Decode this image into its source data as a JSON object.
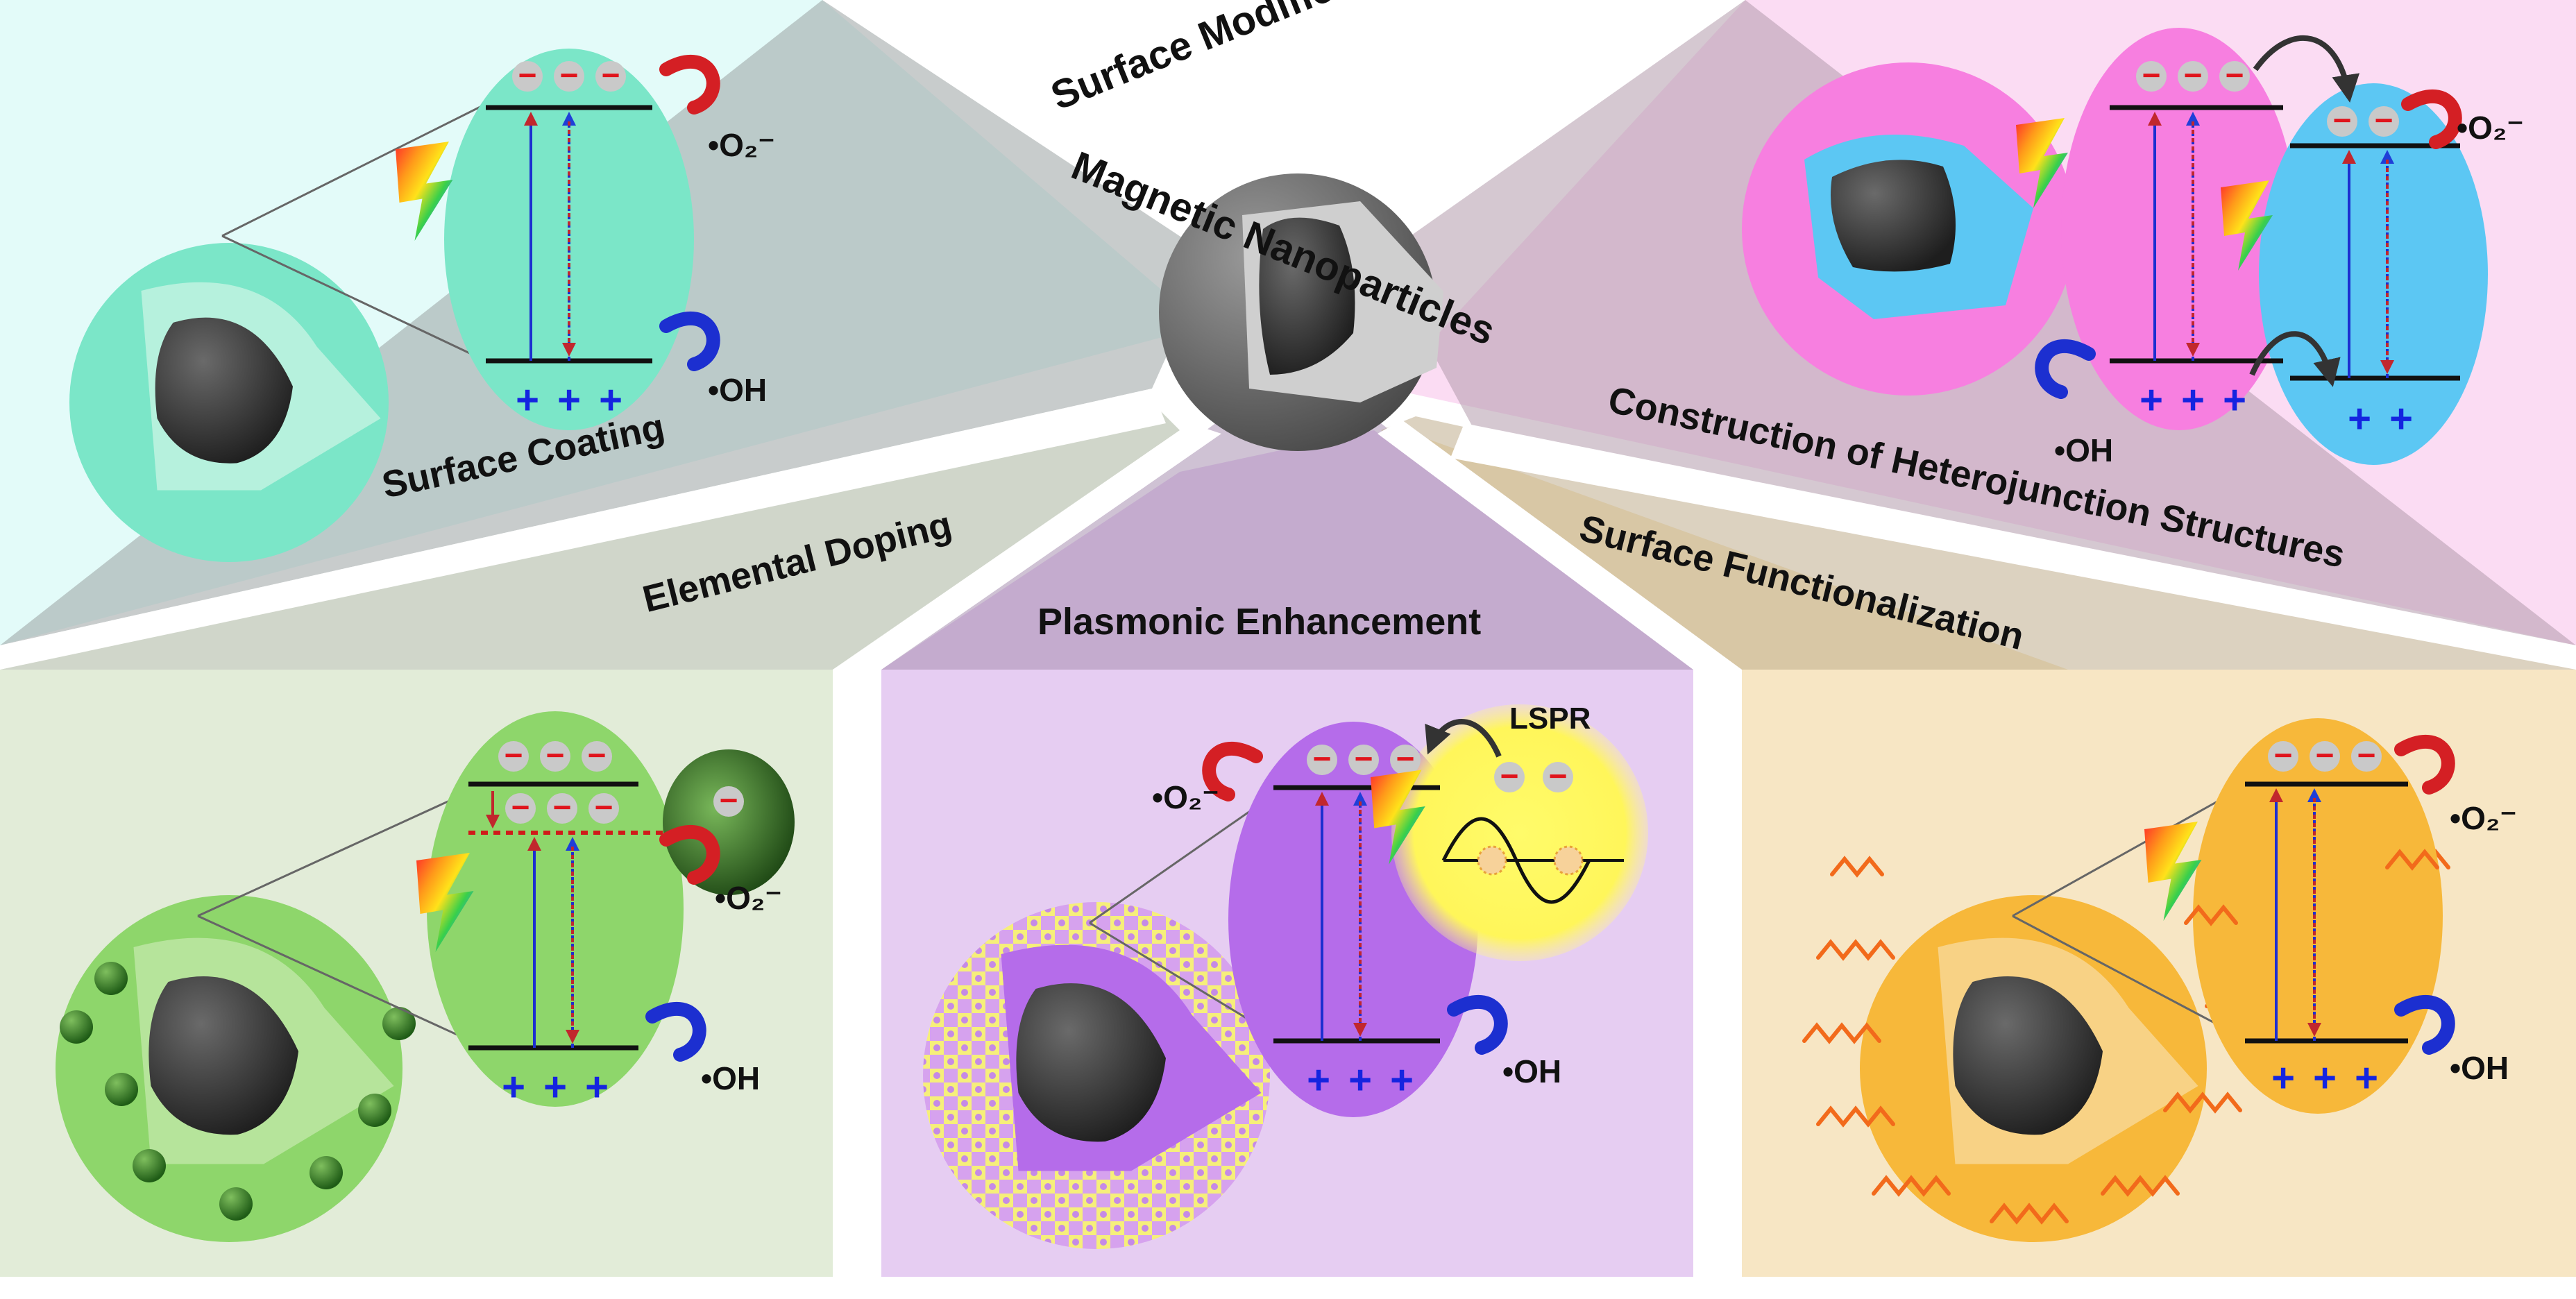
{
  "center": {
    "title_line1": "Surface Modification of",
    "title_line2": "Magnetic Nanoparticles"
  },
  "sections": {
    "coating": "Surface Coating",
    "doping": "Elemental Doping",
    "plasmonic": "Plasmonic Enhancement",
    "functionalization": "Surface Functionalization",
    "heterojunction": "Construction of Heterojunction Structures"
  },
  "species": {
    "superoxide": "•O₂⁻",
    "hydroxyl": "•OH",
    "lspr": "LSPR",
    "electron": "−",
    "hole": "+"
  },
  "colors": {
    "coating": "#7be6c8",
    "coating_bg": "#e3fbf9",
    "doping": "#8ed66b",
    "doping_bg": "#e2ecd8",
    "plasmonic": "#b56cea",
    "plasmonic_bg": "#e6cdf2",
    "functionalization": "#f7b83a",
    "functionalization_bg": "#f7e6c4",
    "heterojunction_pink": "#f77fe0",
    "heterojunction_blue": "#5cc7f3",
    "heterojunction_bg": "#fbdcf3",
    "electron_sign": "#e0141c",
    "hole_sign": "#1424e0",
    "red_arrow": "#d41f24",
    "blue_arrow": "#1c2fd0",
    "core": "#333333"
  },
  "icons": [
    "lightning-icon",
    "curved-arrow-icon",
    "core-shell-sphere-icon",
    "sine-wave-icon"
  ]
}
